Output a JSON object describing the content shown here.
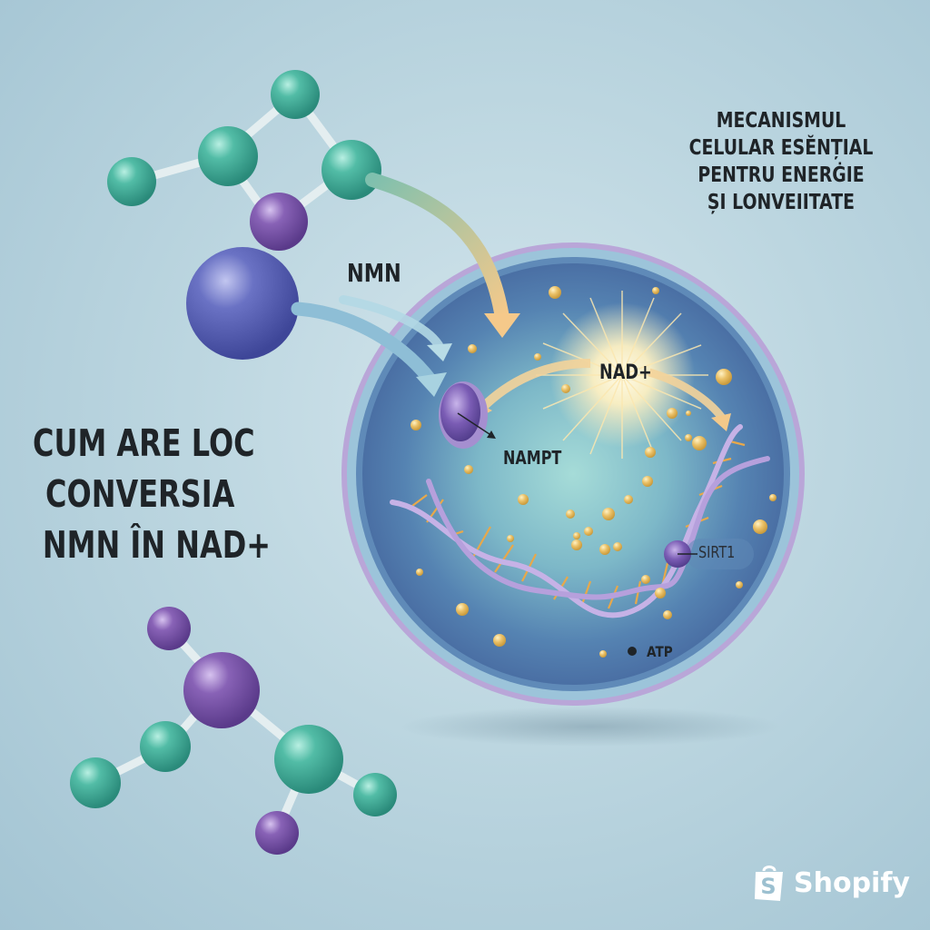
{
  "title_left": {
    "lines": [
      "CUM ARE LOC",
      "CONVERSIA",
      "NMN ÎN NAD+"
    ]
  },
  "title_right": {
    "lines": [
      "MECANISMUL",
      "CELULAR ESĔNȚIAL",
      "PENTRU ENERĠIE",
      "ȘI LONVEIITATE"
    ]
  },
  "labels": {
    "nmn": "NMN",
    "nad": "NAD+",
    "nampt": "NAMPT",
    "sirt1": "SIRT1",
    "atp": "ATP"
  },
  "brand": {
    "name": "Shopify",
    "icon": "shopify-bag-icon"
  },
  "colors": {
    "background": "#bcd6e0",
    "teal_atom": "#3fae9a",
    "purple_atom": "#7a54a8",
    "blue_atom": "#5a62b4",
    "cell_inner": "#4d78a8",
    "cell_center": "#a4d8d6",
    "membrane_outer": "#b9a6d8",
    "membrane_inner": "#8fbcd6",
    "nad_glow": "#fff4cc",
    "arrow_orange": "#f3c98a",
    "arrow_blue": "#a8d2e0",
    "particle": "#e8be5c",
    "text": "#1f2428"
  }
}
